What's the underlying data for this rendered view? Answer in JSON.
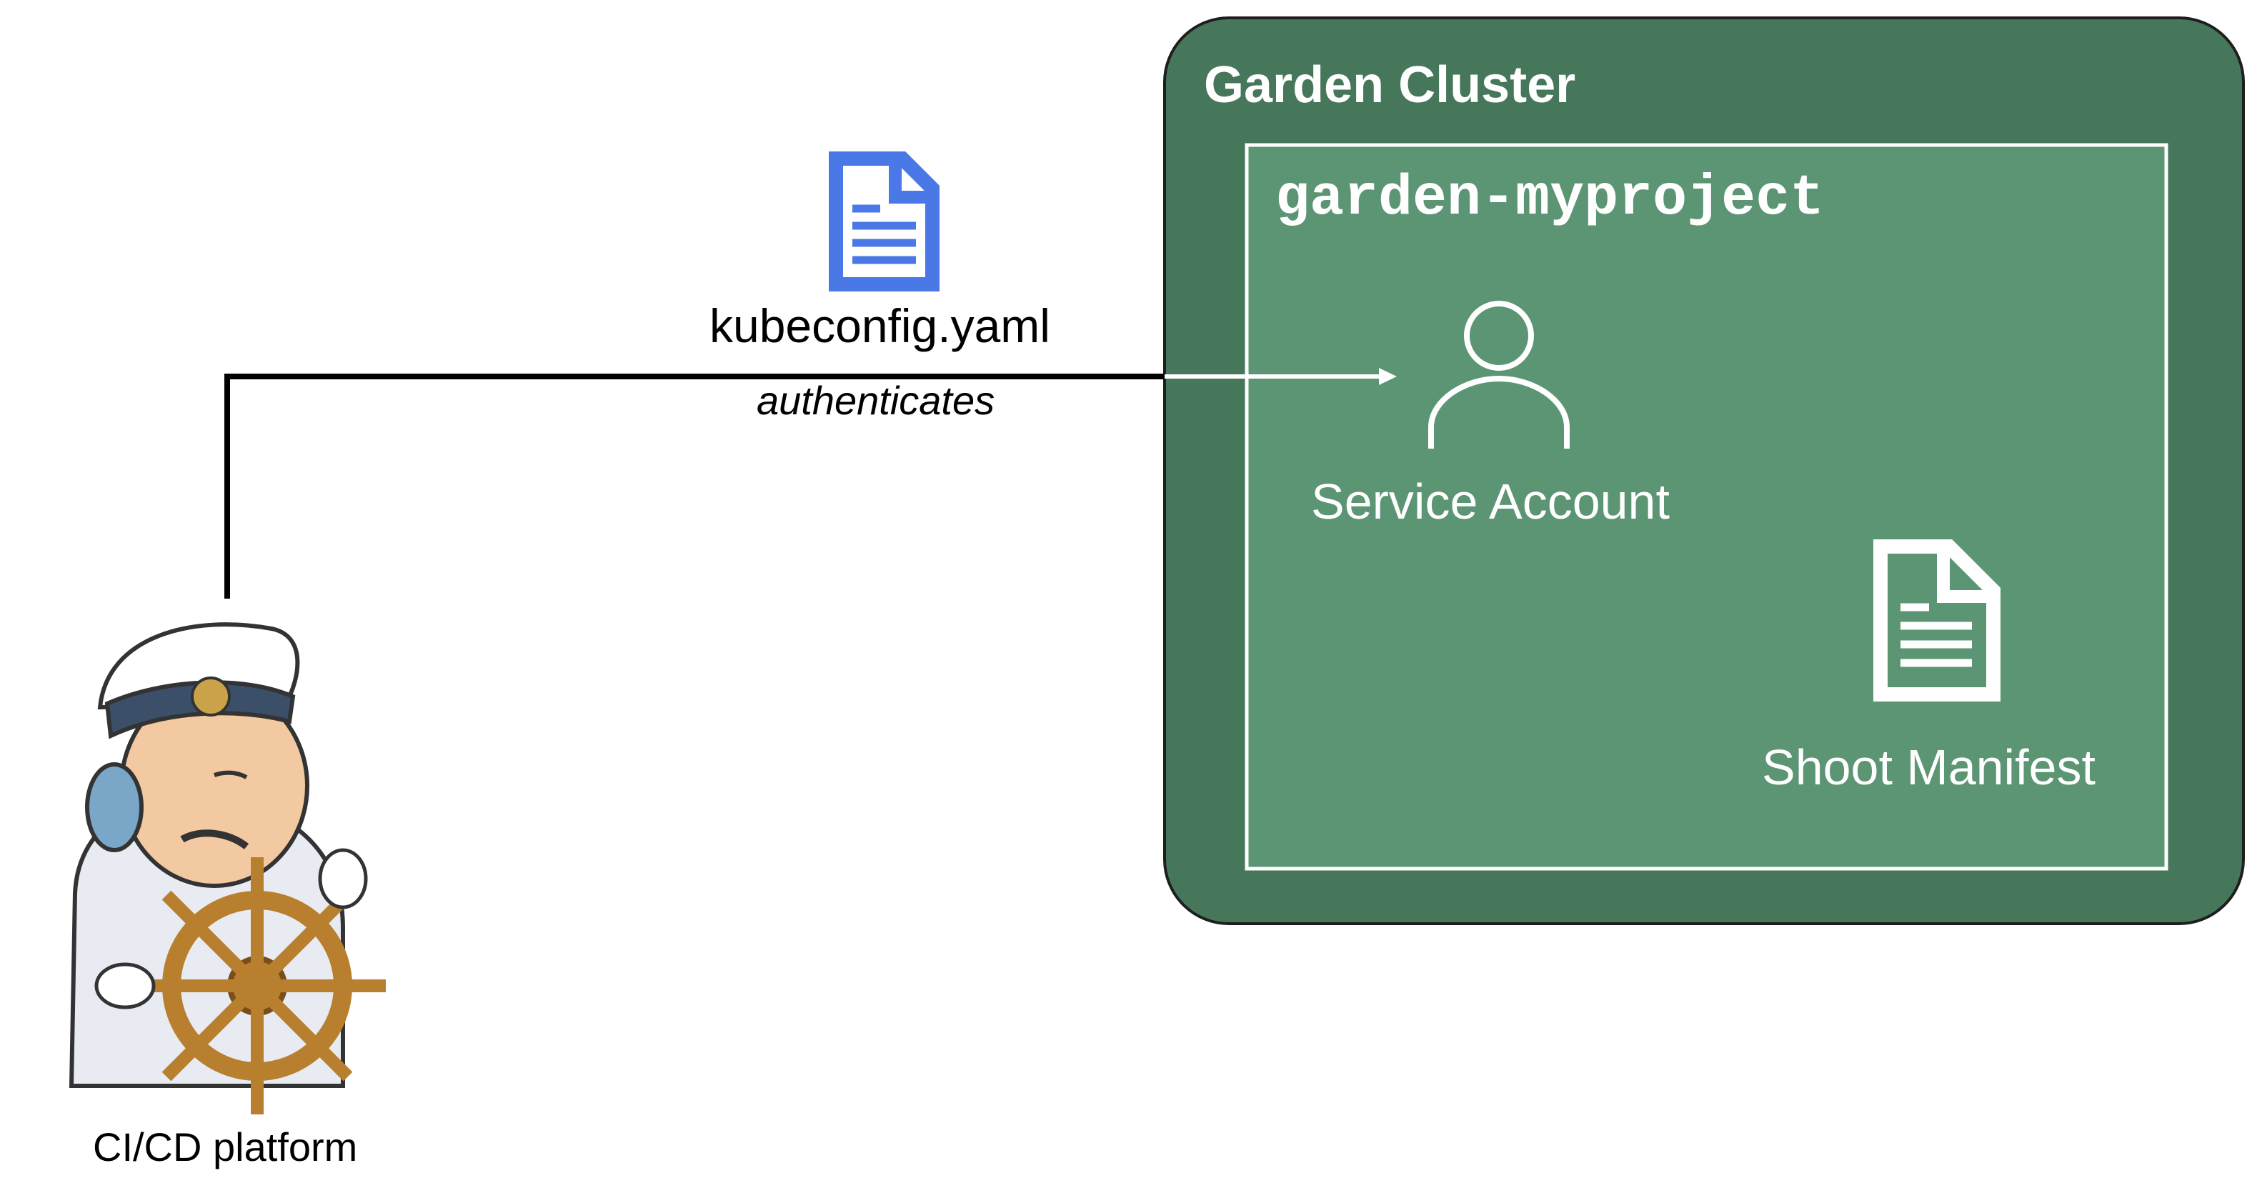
{
  "colors": {
    "cluster_fill": "#47775a",
    "cluster_border": "#1e1e1e",
    "namespace_fill": "#5b9573",
    "namespace_border": "#ffffff",
    "connector_line": "#000000",
    "document_icon": "#4a78e6",
    "white": "#ffffff"
  },
  "icons": {
    "kubeconfig": "document-icon",
    "service_account": "user-icon",
    "shoot_manifest": "document-icon",
    "cicd_platform": "ship-captain-mascot"
  },
  "labels": {
    "kubeconfig": "kubeconfig.yaml",
    "authenticates": "authenticates",
    "cluster": "Garden Cluster",
    "namespace": "garden-myproject",
    "service_account": "Service Account",
    "shoot_manifest": "Shoot Manifest",
    "cicd_platform": "CI/CD platform"
  }
}
